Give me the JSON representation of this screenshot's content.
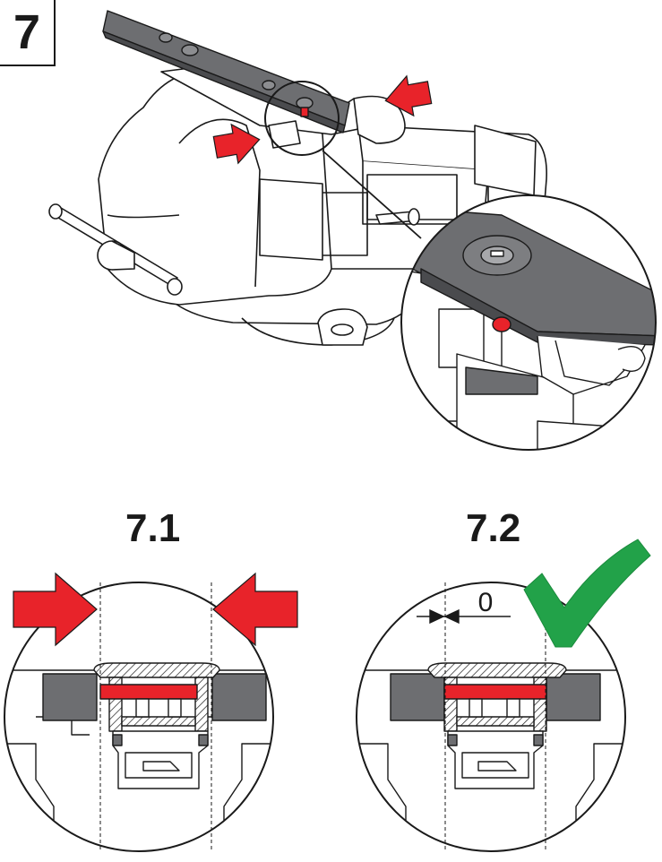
{
  "step": {
    "number": "7"
  },
  "substeps": [
    {
      "label": "7.1"
    },
    {
      "label": "7.2",
      "gap_value": "0",
      "status": "correct"
    }
  ],
  "colors": {
    "accent_red": "#e8232a",
    "check_green": "#22a249",
    "part_gray": "#6d6e71",
    "dark_gray": "#5a5b5e",
    "line": "#1a1a1a"
  },
  "icons": [
    "arrow-left-icon",
    "arrow-right-icon",
    "check-icon",
    "vise-illustration",
    "cross-section-illustration"
  ]
}
